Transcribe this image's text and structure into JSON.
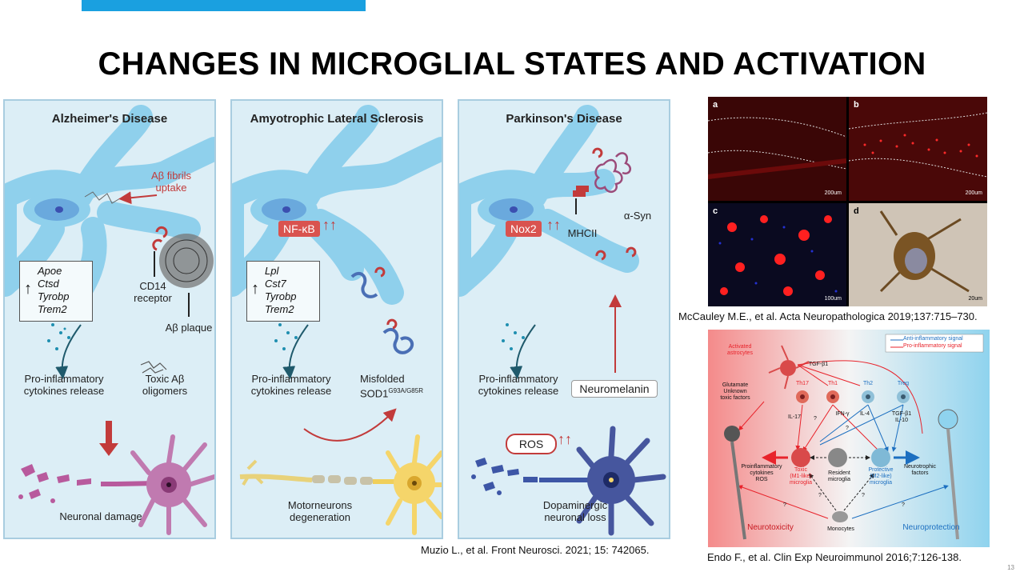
{
  "slide": {
    "title": "CHANGES IN MICROGLIAL STATES AND ACTIVATION",
    "page_number": "13"
  },
  "panels": [
    {
      "title": "Alzheimer's Disease",
      "genes": [
        "Apoe",
        "Ctsd",
        "Tyrobp",
        "Trem2"
      ],
      "labels": {
        "fibrils": "Aβ fibrils\nuptake",
        "receptor": "CD14\nreceptor",
        "plaque": "Aβ plaque",
        "cytokines": "Pro-inflammatory\ncytokines release",
        "toxic": "Toxic Aβ\noligomers",
        "damage": "Neuronal damage"
      }
    },
    {
      "title": "Amyotrophic Lateral Sclerosis",
      "genes": [
        "Lpl",
        "Cst7",
        "Tyrobp",
        "Trem2"
      ],
      "labels": {
        "nfkb": "NF-κB",
        "cytokines": "Pro-inflammatory\ncytokines release",
        "misfolded": "Misfolded",
        "sod1": "SOD1",
        "sod1_sup": "G93A/G85R",
        "degeneration": "Motorneurons\ndegeneration"
      }
    },
    {
      "title": "Parkinson's Disease",
      "labels": {
        "nox2": "Nox2",
        "mhcii": "MHCII",
        "asyn": "α-Syn",
        "cytokines": "Pro-inflammatory\ncytokines release",
        "neuromelanin": "Neuromelanin",
        "ros": "ROS",
        "loss": "Dopaminergic\nneuronal loss"
      }
    }
  ],
  "histology": {
    "panels": [
      {
        "tag": "a",
        "scale": "200um"
      },
      {
        "tag": "b",
        "scale": "200um"
      },
      {
        "tag": "c",
        "scale": "100um"
      },
      {
        "tag": "d",
        "scale": "20um"
      }
    ]
  },
  "diagram": {
    "legend": [
      "Anti-inflammatory signal",
      "Pro-inflammatory signal"
    ],
    "activated_astrocytes": "Activated\nastrocytes",
    "tgf": "TGF-β1",
    "glutamate": "Glutamate\nUnknown\ntoxic factors",
    "th17": "Th17",
    "th1": "Th1",
    "th2": "Th2",
    "treg": "Treg",
    "il17": "IL-17",
    "ifn": "IFN-γ",
    "il4": "IL-4",
    "tgf_il10": "TGF-β1\nIL-10",
    "proinflam": "Proinflammatory\ncytokines\nROS",
    "toxic": "Toxic\n(M1-like)\nmicroglia",
    "resident": "Resident\nmicroglia",
    "protective": "Protective\n(M2-like)\nmicroglia",
    "neurotrophic": "Neurotrophic\nfactors",
    "monocytes": "Monocytes",
    "neurotoxicity": "Neurotoxicity",
    "neuroprotection": "Neuroprotection",
    "q": "?"
  },
  "citations": {
    "muzio": "Muzio L., et al. Front Neurosci. 2021; 15: 742065.",
    "mccauley": "McCauley M.E., et al. Acta Neuropathologica 2019;137:715–730.",
    "endo": "Endo F., et al. Clin Exp Neuroimmunol 2016;7:126-138."
  },
  "colors": {
    "accent_bar": "#1aa0e0",
    "panel_bg": "#dceef6",
    "microglia": "#8fd0ec",
    "red_label": "#d9534f",
    "neurotoxicity": "#e8232b",
    "neuroprotection": "#1c6fc0"
  }
}
